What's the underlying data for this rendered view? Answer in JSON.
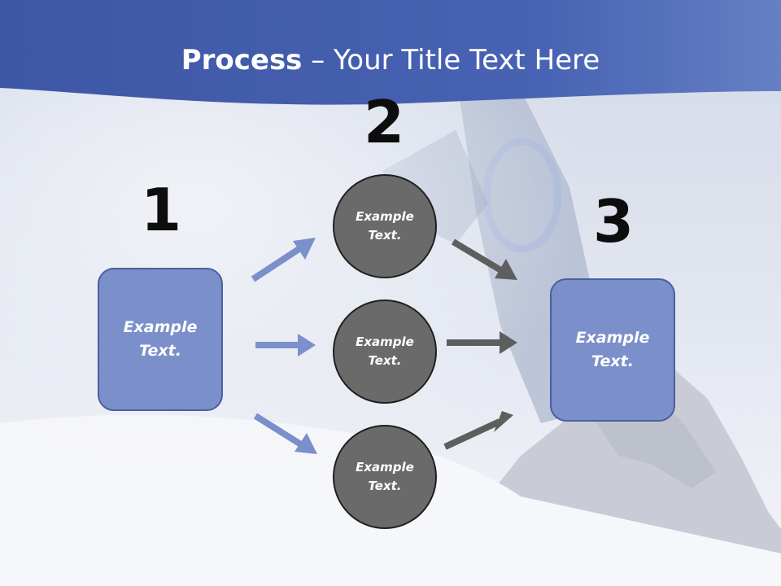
{
  "title": {
    "bold": "Process",
    "rest": " – Your Title Text Here"
  },
  "steps": [
    "1",
    "2",
    "3"
  ],
  "box_left": {
    "line1": "Example",
    "line2": "Text."
  },
  "box_right": {
    "line1": "Example",
    "line2": "Text."
  },
  "circles": [
    {
      "line1": "Example",
      "line2": "Text."
    },
    {
      "line1": "Example",
      "line2": "Text."
    },
    {
      "line1": "Example",
      "line2": "Text."
    }
  ],
  "colors": {
    "banner": "#3d56a6",
    "box_fill": "#7b8fca",
    "circle_fill": "#6a6a6a",
    "arrow_blue": "#7b8fca",
    "arrow_gray": "#5e5e5e"
  }
}
